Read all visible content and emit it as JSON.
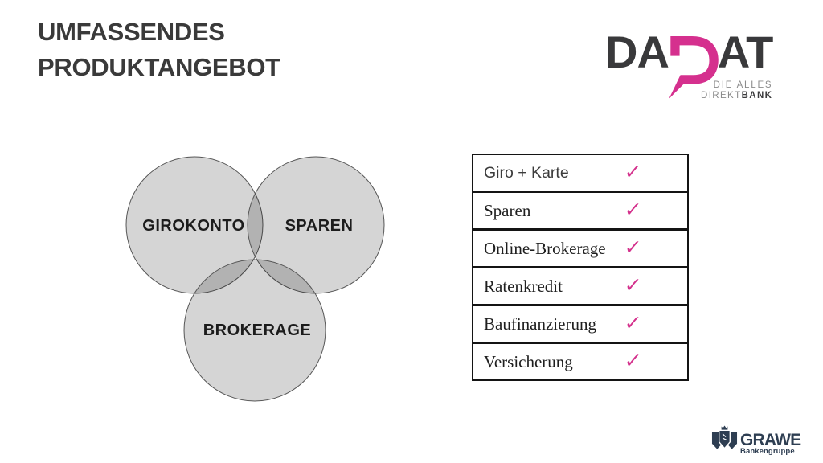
{
  "slide": {
    "title_lines": [
      "UMFASSENDES",
      "PRODUKTANGEBOT"
    ]
  },
  "dadat_logo": {
    "left_text": "DA",
    "right_text": "AT",
    "icon": "speech-bubble-d-icon",
    "tagline_line1": "DIE ALLES",
    "tagline_line2_light": "DIREKT",
    "tagline_line2_bold": "BANK",
    "pink_color": "#d5308e",
    "dark_color": "#39393b"
  },
  "venn": {
    "circles": [
      {
        "label": "GIROKONTO"
      },
      {
        "label": "SPAREN"
      },
      {
        "label": "BROKERAGE"
      }
    ],
    "fill_color": "#d5d5d5",
    "overlap_color": "#b2b2b2",
    "border_color": "#565656"
  },
  "products_table": {
    "rows": [
      {
        "label": "Giro + Karte",
        "checked": true
      },
      {
        "label": "Sparen",
        "checked": true
      },
      {
        "label": "Online-Brokerage",
        "checked": true
      },
      {
        "label": "Ratenkredit",
        "checked": true
      },
      {
        "label": "Baufinanzierung",
        "checked": true
      },
      {
        "label": "Versicherung",
        "checked": true
      }
    ],
    "check_glyph": "✓",
    "check_color": "#d4308c",
    "border_color": "#141414"
  },
  "grawe_logo": {
    "name": "GRAWE",
    "subtitle": "Bankengruppe",
    "color": "#2e3e52",
    "icon": "grawe-crest-shield-crown-icon"
  }
}
